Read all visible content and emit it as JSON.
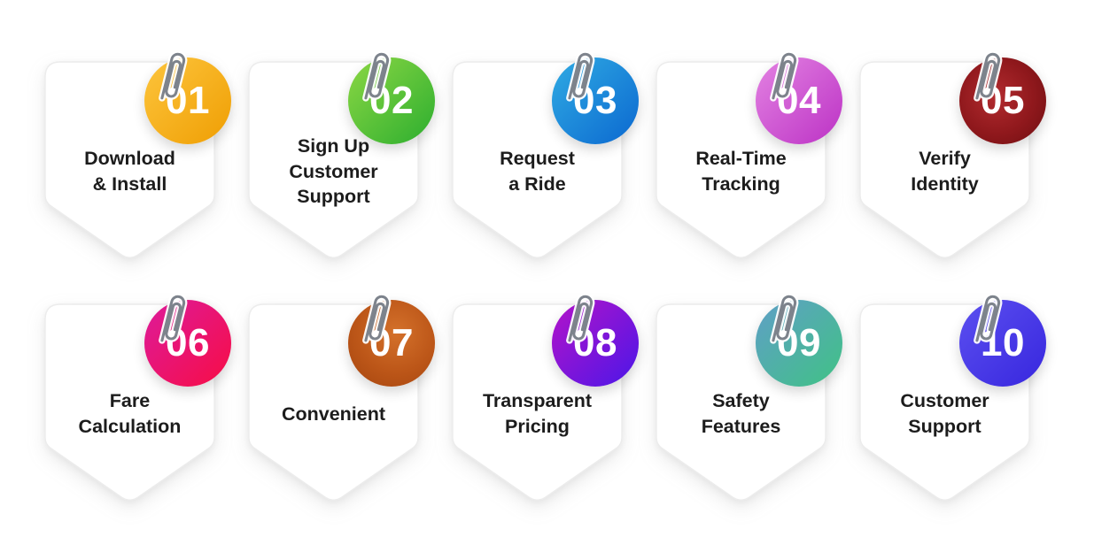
{
  "colors": {
    "background": "#ffffff",
    "card_fill": "#ffffff",
    "card_border": "#ececec",
    "label_text": "#1c1c1c",
    "number_text": "#ffffff",
    "paperclip": "#7d838c"
  },
  "cards": [
    {
      "number": "01",
      "label": "Download\n& Install",
      "circle": {
        "type": "linear",
        "from": "#fdc53d",
        "to": "#ef9e03"
      }
    },
    {
      "number": "02",
      "label": "Sign Up\nCustomer\nSupport",
      "circle": {
        "type": "linear",
        "from": "#8cd744",
        "to": "#2cae2f"
      }
    },
    {
      "number": "03",
      "label": "Request\na Ride",
      "circle": {
        "type": "linear",
        "from": "#30abe3",
        "to": "#0b68d0"
      }
    },
    {
      "number": "04",
      "label": "Real-Time\nTracking",
      "circle": {
        "type": "linear",
        "from": "#e383e2",
        "to": "#bc32c5"
      }
    },
    {
      "number": "05",
      "label": "Verify\nIdentity",
      "circle": {
        "type": "radial",
        "at": "42% 45%",
        "from": "#b22b2f",
        "mid": "#8f181c",
        "to": "#6d0e11"
      }
    },
    {
      "number": "06",
      "label": "Fare\nCalculation",
      "circle": {
        "type": "linear",
        "from": "#dd1b9b",
        "to": "#f70d45"
      }
    },
    {
      "number": "07",
      "label": "Convenient",
      "circle": {
        "type": "radial",
        "at": "55% 38%",
        "from": "#d4712b",
        "mid": "#bc5618",
        "to": "#a4440e"
      }
    },
    {
      "number": "08",
      "label": "Transparent\nPricing",
      "circle": {
        "type": "linear",
        "from": "#b414c9",
        "to": "#4b16e8"
      }
    },
    {
      "number": "09",
      "label": "Safety\nFeatures",
      "circle": {
        "type": "linear",
        "from": "#5f9fc7",
        "to": "#40c285"
      }
    },
    {
      "number": "10",
      "label": "Customer\nSupport",
      "circle": {
        "type": "linear",
        "from": "#5c50f0",
        "to": "#3726de"
      }
    }
  ]
}
